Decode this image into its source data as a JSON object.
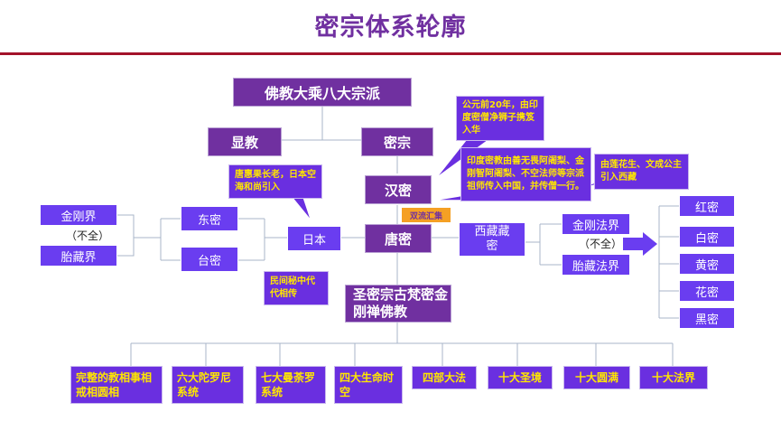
{
  "title": "密宗体系轮廓",
  "root": "佛教大乘八大宗派",
  "xianjiao": "显教",
  "mizong": "密宗",
  "hanmi": "汉密",
  "tangmi": "唐密",
  "riben": "日本",
  "dongmi": "东密",
  "taimi": "台密",
  "jingangjie_left": "金刚界",
  "buquan_left": "（不全）",
  "taizangjie_left": "胎藏界",
  "xizang": "西藏藏密",
  "jingangfajie": "金刚法界",
  "buquan_right": "（不全）",
  "taizangfajie": "胎藏法界",
  "shuangliu": "双流汇集",
  "note_ad20": "公元前20年，由印度密僧净狮子携笈入华",
  "note_yindu": "印度密教由善无畏阿阇梨、金刚智阿阇梨、不空法师等宗派祖师传入中国，并传僧一行。",
  "note_lianhua": "由莲花生、文成公主引入西藏",
  "note_huiguo": "唐惠果长老，日本空海和尚引入",
  "note_minjian": "民间秘中代代相传",
  "shengmi": "圣密宗古梵密金刚禅佛教",
  "colors": [
    "红密",
    "白密",
    "黄密",
    "花密",
    "黑密"
  ],
  "bottom_items": [
    "完整的教相事相戒相圆相",
    "六大陀罗尼系统",
    "七大曼荼罗系统",
    "四大生命时空",
    "四部大法",
    "十大圣境",
    "十大圆满",
    "十大法界"
  ],
  "palette": {
    "title": "#7030a0",
    "dark_box": "#7030a0",
    "light_box": "#6a3df0",
    "note_text": "#ffe600",
    "rule": "#a3122a",
    "accent": "#f5a024"
  }
}
